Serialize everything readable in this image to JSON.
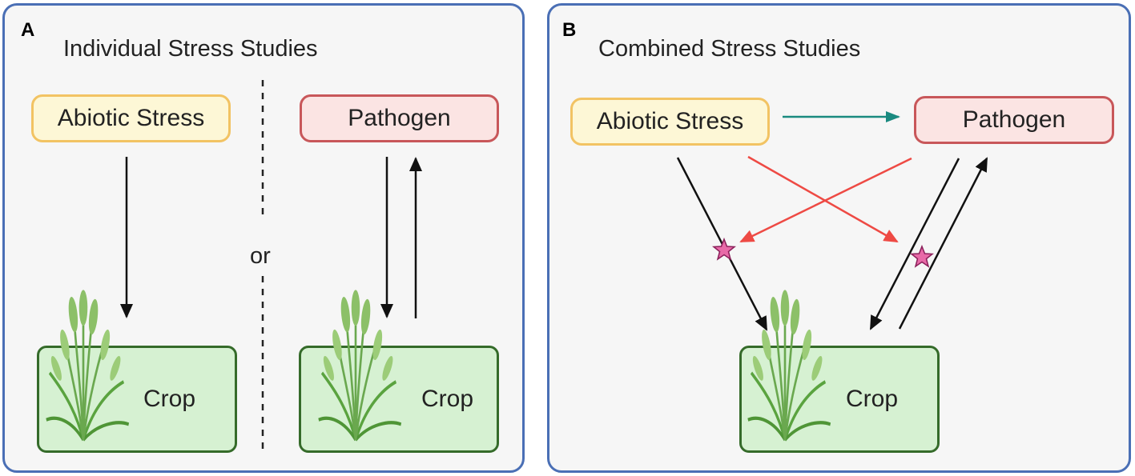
{
  "panel_a": {
    "letter": "A",
    "title": "Individual Stress Studies",
    "abiotic_label": "Abiotic Stress",
    "pathogen_label": "Pathogen",
    "separator_label": "or",
    "crop_left_label": "Crop",
    "crop_right_label": "Crop"
  },
  "panel_b": {
    "letter": "B",
    "title": "Combined Stress Studies",
    "abiotic_label": "Abiotic Stress",
    "pathogen_label": "Pathogen",
    "crop_label": "Crop"
  },
  "colors": {
    "panel_border": "#4a6fb5",
    "abiotic_fill": "#fdf7d6",
    "abiotic_border": "#f2c363",
    "pathogen_fill": "#fbe4e3",
    "pathogen_border": "#c8575a",
    "crop_fill": "#d6f1d2",
    "crop_border": "#356b2a",
    "teal_arrow": "#1a8a80",
    "red_arrow": "#ee4a44",
    "star": "#e86aa8"
  }
}
